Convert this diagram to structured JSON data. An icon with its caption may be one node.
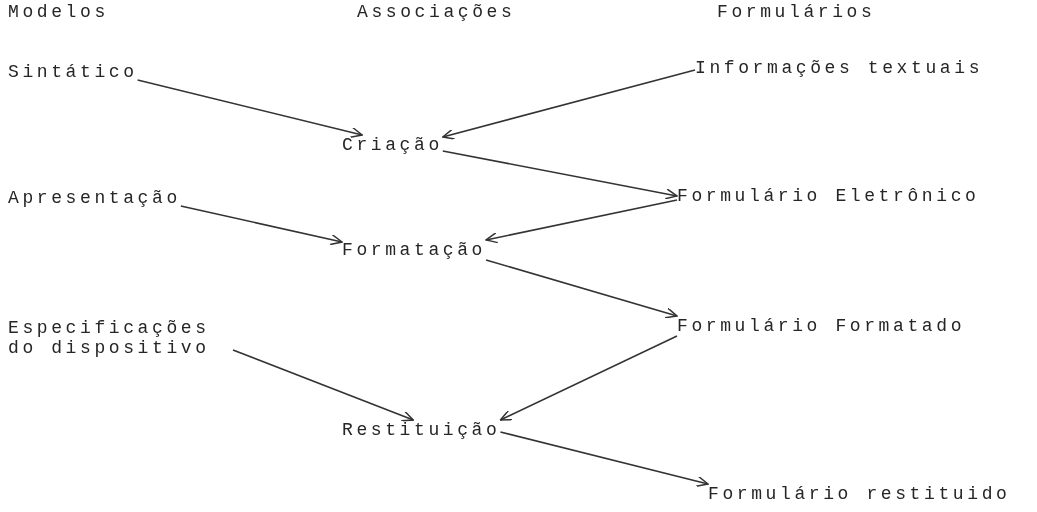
{
  "diagram": {
    "nodes": [
      {
        "text": [
          "Sintático"
        ]
      },
      {
        "text": [
          "Informações textuais"
        ]
      },
      {
        "text": [
          "Criação"
        ]
      },
      {
        "text": [
          "Apresentação"
        ]
      },
      {
        "text": [
          "Formulário Eletrônico"
        ]
      },
      {
        "text": [
          "Formatação"
        ]
      },
      {
        "text": [
          "Especificações do dispositivo"
        ]
      },
      {
        "text": [
          "Formulário Formatado"
        ]
      },
      {
        "text": [
          "Restituição"
        ]
      },
      {
        "text": [
          "Formulário restituido"
        ]
      }
    ],
    "edges": [
      {
        "from": 0,
        "to": 2,
        "arrow": "to"
      },
      {
        "from": 1,
        "to": 2,
        "arrow": "to"
      },
      {
        "from": 2,
        "to": 4,
        "arrow": "to"
      },
      {
        "from": 4,
        "to": 5,
        "arrow": "to"
      },
      {
        "from": 3,
        "to": 5,
        "arrow": "to"
      },
      {
        "from": 5,
        "to": 7,
        "arrow": "to"
      },
      {
        "from": 7,
        "to": 8,
        "arrow": "to"
      },
      {
        "from": 6,
        "to": 8,
        "arrow": "to"
      },
      {
        "from": 8,
        "to": 9,
        "arrow": "to"
      }
    ],
    "labels": [
      "Modelos",
      "Associações",
      "Formulários"
    ]
  }
}
